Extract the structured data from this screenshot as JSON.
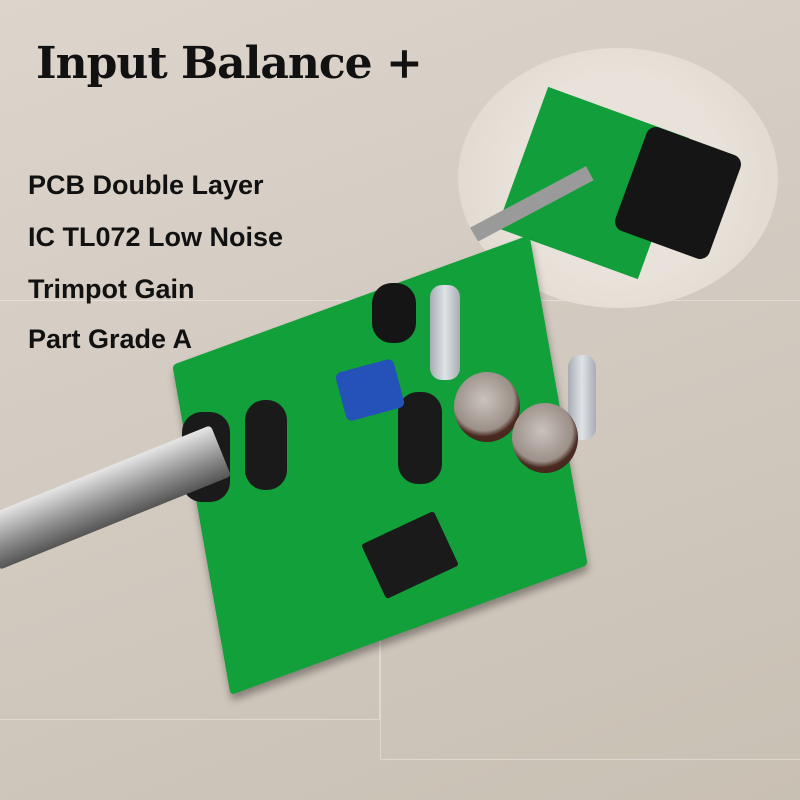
{
  "title": "Input Balance +",
  "features": [
    "PCB Double Layer",
    "IC TL072 Low Noise",
    "Trimpot Gain",
    "Part Grade A"
  ],
  "colors": {
    "pcb": "#11a03a",
    "text": "#111111",
    "background": "#d6cec4"
  }
}
